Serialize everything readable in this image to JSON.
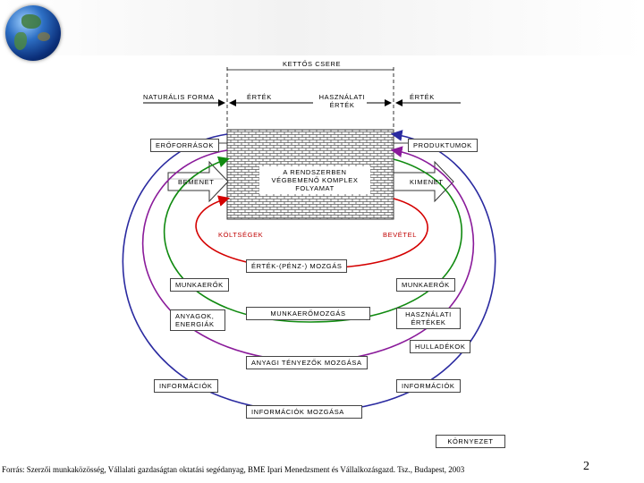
{
  "header": {
    "title": "KETTŐS CSERE"
  },
  "top_labels": {
    "natural_form": "NATURÁLIS FORMA",
    "value_left": "ÉRTÉK",
    "use_value": "HASZNÁLATI ÉRTÉK",
    "value_right": "ÉRTÉK"
  },
  "system": {
    "resources": "ERŐFORRÁSOK",
    "products": "PRODUKTUMOK",
    "input": "BEMENET",
    "output": "KIMENET",
    "core_line1": "A RENDSZERBEN",
    "core_line2": "VÉGBEMENŐ KOMPLEX",
    "core_line3": "FOLYAMAT"
  },
  "money": {
    "costs": "KÖLTSÉGEK",
    "revenue": "BEVÉTEL",
    "movement": "ÉRTÉK-(PÉNZ-) MOZGÁS"
  },
  "labor": {
    "left": "MUNKAERŐK",
    "right": "MUNKAERŐK",
    "movement": "MUNKAERŐMOZGÁS"
  },
  "materials": {
    "left": "ANYAGOK, ENERGIÁK",
    "right_use_values": "HASZNÁLATI ÉRTÉKEK",
    "waste": "HULLADÉKOK",
    "movement": "ANYAGI TÉNYEZŐK MOZGÁSA"
  },
  "information": {
    "left": "INFORMÁCIÓK",
    "right": "INFORMÁCIÓK",
    "movement": "INFORMÁCIÓK MOZGÁSA"
  },
  "environment": "KÖRNYEZET",
  "footer": {
    "source": "Forrás: Szerzői munkaközösség, Vállalati gazdaságtan oktatási segédanyag, BME Ipari Menedzsment és Vállalkozásgazd. Tsz., Budapest, 2003",
    "page_number": "2"
  },
  "colors": {
    "money": "#d40000",
    "labor": "#108a10",
    "materials": "#8a1a9a",
    "information": "#2a2aa0",
    "wall": "#555555"
  }
}
